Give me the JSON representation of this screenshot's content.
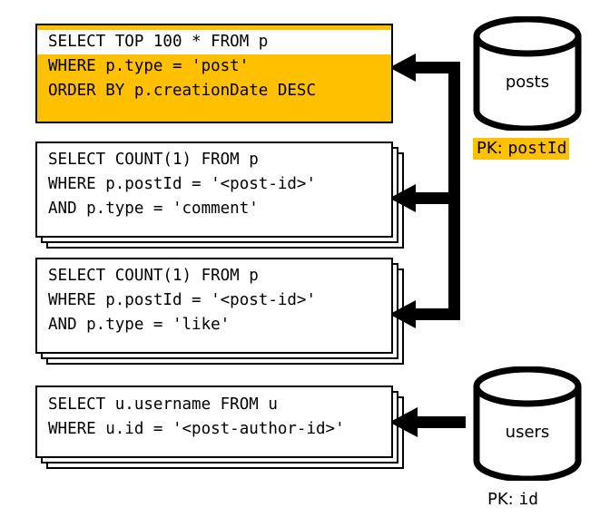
{
  "diagram": {
    "title": "query-to-datastore access diagram",
    "accent_highlight_color": "#FFC000",
    "line_color": "#000000",
    "background_color": "#FFFFFF"
  },
  "queries": [
    {
      "id": "top-posts-query",
      "stack_count": 1,
      "lines": [
        {
          "text": "SELECT TOP 100 * FROM p",
          "highlighted": false
        },
        {
          "text": "WHERE p.type = 'post'",
          "highlighted": true
        },
        {
          "text": "ORDER BY p.creationDate DESC",
          "highlighted": true
        }
      ]
    },
    {
      "id": "comment-count-query",
      "stack_count": 3,
      "lines": [
        {
          "text": "SELECT COUNT(1) FROM p",
          "highlighted": false
        },
        {
          "text": "WHERE p.postId = '<post-id>'",
          "highlighted": false
        },
        {
          "text": "AND p.type = 'comment'",
          "highlighted": false
        }
      ]
    },
    {
      "id": "like-count-query",
      "stack_count": 3,
      "lines": [
        {
          "text": "SELECT COUNT(1) FROM p",
          "highlighted": false
        },
        {
          "text": "WHERE p.postId = '<post-id>'",
          "highlighted": false
        },
        {
          "text": "AND p.type = 'like'",
          "highlighted": false
        }
      ]
    },
    {
      "id": "author-username-query",
      "stack_count": 3,
      "lines": [
        {
          "text": "SELECT u.username FROM u",
          "highlighted": false
        },
        {
          "text": "WHERE u.id = '<post-author-id>'",
          "highlighted": false
        }
      ]
    }
  ],
  "datastores": [
    {
      "id": "posts-container",
      "label": "posts",
      "pk_prefix": "PK:",
      "pk_value": "postId",
      "pk_highlighted": true
    },
    {
      "id": "users-container",
      "label": "users",
      "pk_prefix": "PK:",
      "pk_value": "id",
      "pk_highlighted": false
    }
  ],
  "connectors": [
    {
      "id": "posts-to-top-posts-query",
      "from": "posts-container",
      "to": "top-posts-query"
    },
    {
      "id": "posts-to-comment-count-query",
      "from": "posts-container",
      "to": "comment-count-query"
    },
    {
      "id": "posts-to-like-count-query",
      "from": "posts-container",
      "to": "like-count-query"
    },
    {
      "id": "users-to-author-username-query",
      "from": "users-container",
      "to": "author-username-query"
    }
  ]
}
